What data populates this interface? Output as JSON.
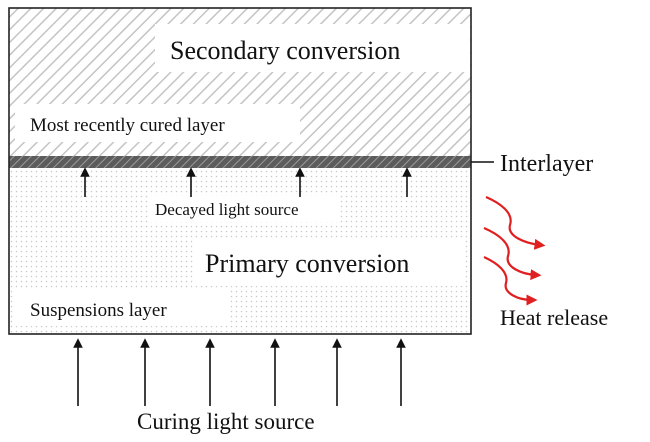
{
  "diagram": {
    "labels": {
      "secondary_conversion": "Secondary conversion",
      "most_recently_cured_layer": "Most recently cured layer",
      "interlayer": "Interlayer",
      "decayed_light_source": "Decayed light source",
      "primary_conversion": "Primary conversion",
      "suspensions_layer": "Suspensions layer",
      "heat_release": "Heat release",
      "curing_light_source": "Curing light source"
    },
    "colors": {
      "stroke": "#222222",
      "hatch": "#c4c4c4",
      "interlayer": "#6a6a6a",
      "dots": "#c8c8c8",
      "heat": "#e02020",
      "label_bg": "#ffffff"
    }
  }
}
